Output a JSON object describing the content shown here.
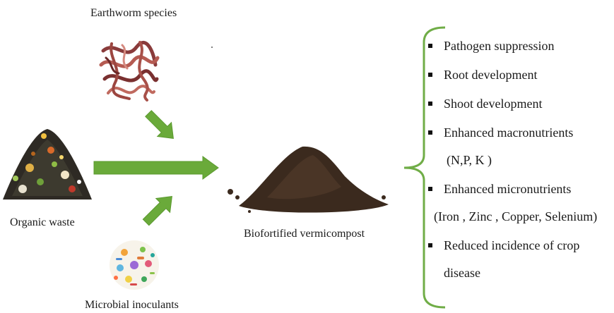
{
  "inputs": {
    "earthworm_label": "Earthworm species",
    "organic_label": "Organic waste",
    "microbial_label": "Microbial inoculants"
  },
  "output": {
    "label": "Biofortified vermicompost"
  },
  "benefits": [
    {
      "line1": "Pathogen suppression"
    },
    {
      "line1": "Root development"
    },
    {
      "line1": "Shoot development"
    },
    {
      "line1": "Enhanced macronutrients",
      "line2": "(N,P, K )"
    },
    {
      "line1": "Enhanced micronutrients",
      "line2": "(Iron , Zinc , Copper, Selenium)"
    },
    {
      "line1": "Reduced incidence of crop",
      "line2": "disease"
    }
  ],
  "colors": {
    "arrow": "#6aaa3a",
    "arrow_stroke": "#5b9a2f",
    "brace": "#70ad47",
    "soil": "#3b2a1e"
  }
}
